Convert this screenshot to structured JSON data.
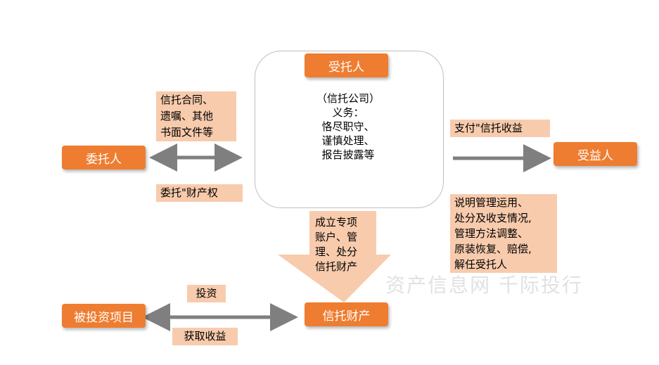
{
  "nodes": {
    "trustee": "受托人",
    "trustor": "委托人",
    "beneficiary": "受益人",
    "invested_project": "被投资项目",
    "trust_property": "信托财产"
  },
  "trustee_box": {
    "line1": "（信托公司）",
    "line2": "义务：",
    "line3": "恪尽职守、",
    "line4": "谨慎处理、",
    "line5": "报告披露等"
  },
  "labels": {
    "contract_line1": "信托合同、",
    "contract_line2": "遗嘱、其他",
    "contract_line3": "书面文件等",
    "entrust_property": "委托\"财产权",
    "pay_income": "支付\"信托收益",
    "explain_line1": "说明管理运用、",
    "explain_line2": "处分及收支情况,",
    "explain_line3": "管理方法调整、",
    "explain_line4": "原装恢复、赔偿,",
    "explain_line5": "解任受托人",
    "establish_line1": "成立专项",
    "establish_line2": "账户、管",
    "establish_line3": "理、处分",
    "establish_line4": "信托财产",
    "invest": "投资",
    "obtain_income": "获取收益"
  },
  "watermark": "资产信息网 千际投行",
  "colors": {
    "node_orange": "#ee7d31",
    "label_peach": "#f8cbad",
    "arrow_gray": "#7f7f7f"
  }
}
